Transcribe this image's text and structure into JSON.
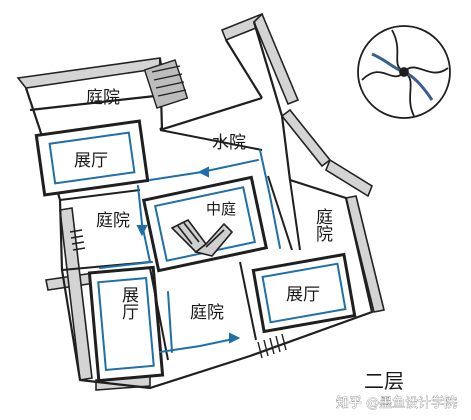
{
  "rooms": {
    "courtyard_top": "庭院",
    "hall_upper_left": "展厅",
    "water_court": "水院",
    "courtyard_left": "庭院",
    "central_court": "中庭",
    "courtyard_right": "庭院",
    "hall_lower_left": "展厅",
    "courtyard_bottom": "庭院",
    "hall_lower_right": "展厅"
  },
  "floor_label": "二层",
  "watermark": "知乎 @墨鱼设计学院",
  "colors": {
    "ink": "#1f1f1f",
    "wall_fill": "#d8d8d8",
    "route": "#1f6fa8",
    "route_fill": "#dbe8f2",
    "compass_blue": "#3a5f8a"
  }
}
